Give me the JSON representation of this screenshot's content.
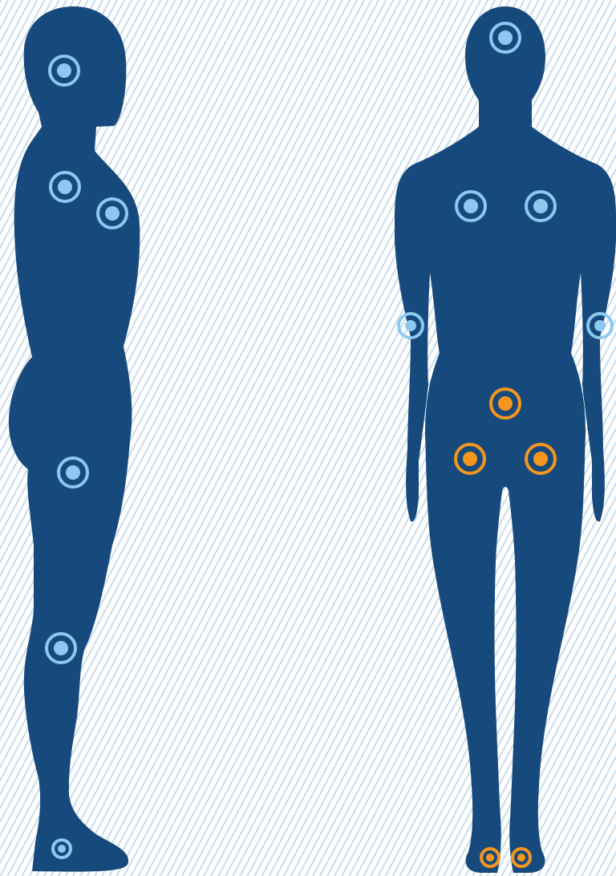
{
  "colors": {
    "background": "#ffffff",
    "stripe": "#c9dbea",
    "body": "#174a7c",
    "marker_blue": "#8cc8f0",
    "marker_orange": "#f5961e"
  },
  "figures": [
    {
      "id": "side",
      "view": "side",
      "markers": [
        {
          "id": "head",
          "color": "blue"
        },
        {
          "id": "shoulder-front",
          "color": "blue"
        },
        {
          "id": "shoulder-back",
          "color": "blue"
        },
        {
          "id": "thigh",
          "color": "blue"
        },
        {
          "id": "knee",
          "color": "blue"
        },
        {
          "id": "ankle",
          "color": "blue"
        }
      ]
    },
    {
      "id": "front",
      "view": "front",
      "markers": [
        {
          "id": "head",
          "color": "blue"
        },
        {
          "id": "chest-left",
          "color": "blue"
        },
        {
          "id": "chest-right",
          "color": "blue"
        },
        {
          "id": "elbow-left",
          "color": "blue"
        },
        {
          "id": "elbow-right",
          "color": "blue"
        },
        {
          "id": "abdomen",
          "color": "orange"
        },
        {
          "id": "hip-left",
          "color": "orange"
        },
        {
          "id": "hip-right",
          "color": "orange"
        },
        {
          "id": "foot-left",
          "color": "orange"
        },
        {
          "id": "foot-right",
          "color": "orange"
        }
      ]
    }
  ]
}
